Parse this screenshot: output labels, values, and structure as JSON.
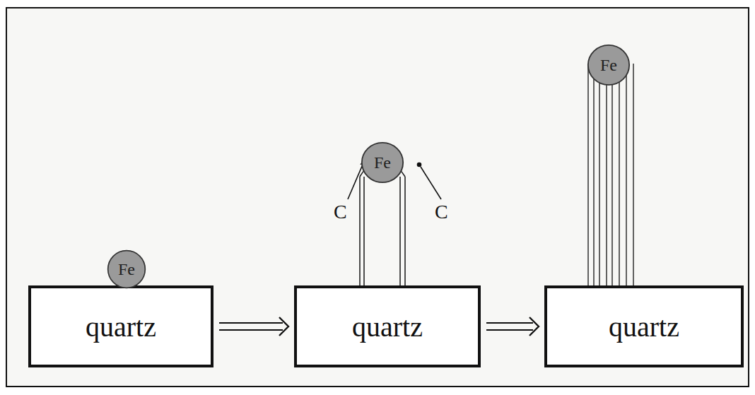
{
  "diagram": {
    "nodes": [
      {
        "text": [
          "quartz"
        ]
      },
      {
        "text": [
          "Fe"
        ]
      },
      {
        "text": [
          "quartz"
        ]
      },
      {
        "text": [
          "Fe"
        ]
      },
      {
        "text": [
          "quartz"
        ]
      },
      {
        "text": [
          "Fe"
        ]
      }
    ],
    "edges": [
      {
        "from": 0,
        "to": 2,
        "arrow": "to"
      },
      {
        "from": 2,
        "to": 4,
        "arrow": "to"
      }
    ],
    "labels": [
      "C",
      "C"
    ]
  }
}
